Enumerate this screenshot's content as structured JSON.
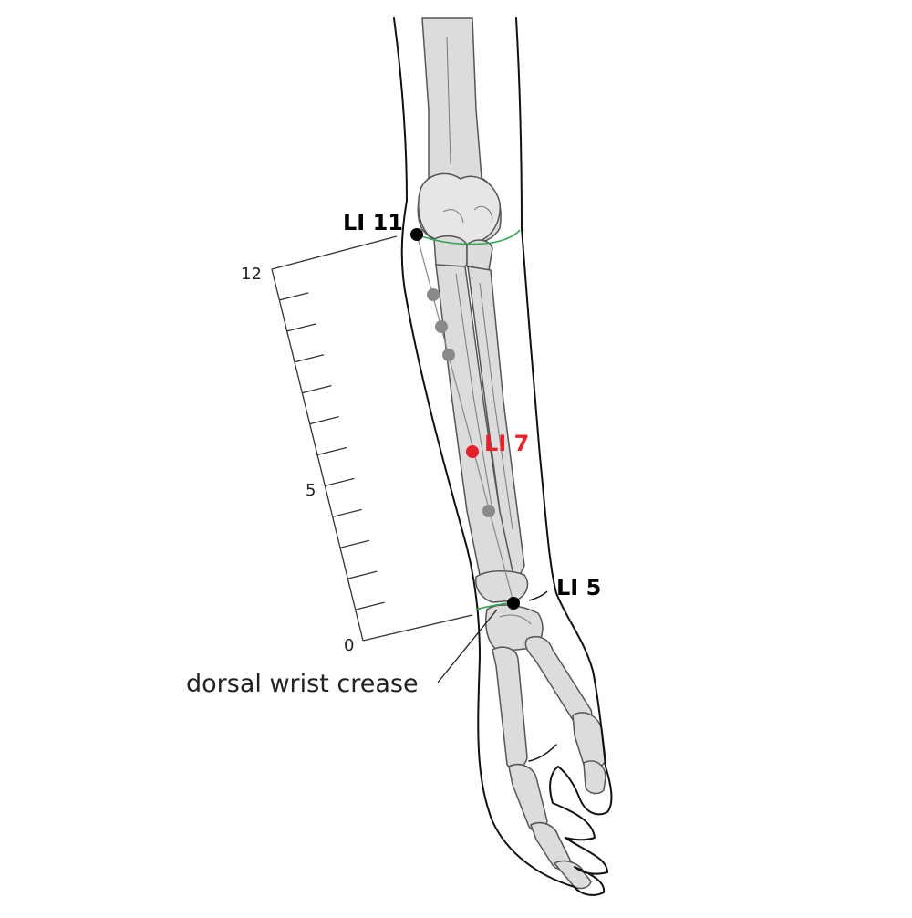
{
  "diagram": {
    "scale": {
      "tick_labels": [
        "12",
        "5",
        "0"
      ],
      "divisions": 12
    },
    "points": [
      {
        "id": "li11",
        "label": "LI 11",
        "color": "#000000",
        "highlighted": false
      },
      {
        "id": "li7",
        "label": "LI 7",
        "color": "#e8202a",
        "highlighted": true
      },
      {
        "id": "li5",
        "label": "LI 5",
        "color": "#000000",
        "highlighted": false
      }
    ],
    "intermediate_point_color": "#8a8a8a",
    "annotation": "dorsal wrist crease",
    "crease_line_color": "#2fa84f",
    "bone_fill": "#dcdcdc",
    "outline_color": "#111111"
  }
}
